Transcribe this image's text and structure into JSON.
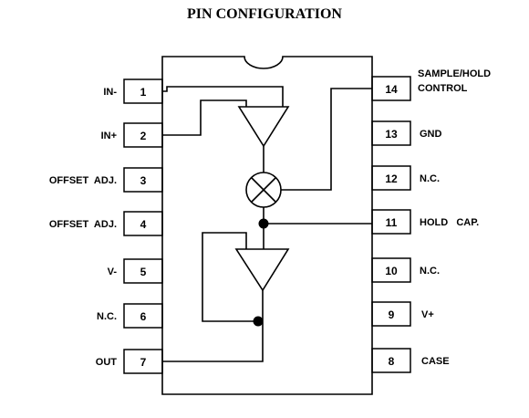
{
  "title": "PIN CONFIGURATION",
  "pins_left": [
    {
      "number": "1",
      "label": "IN-"
    },
    {
      "number": "2",
      "label": "IN+"
    },
    {
      "number": "3",
      "label": "OFFSET  ADJ."
    },
    {
      "number": "4",
      "label": "OFFSET  ADJ."
    },
    {
      "number": "5",
      "label": "V-"
    },
    {
      "number": "6",
      "label": "N.C."
    },
    {
      "number": "7",
      "label": "OUT"
    }
  ],
  "pins_right": [
    {
      "number": "14",
      "label": "SAMPLE/HOLD",
      "label2": "CONTROL"
    },
    {
      "number": "13",
      "label": "GND"
    },
    {
      "number": "12",
      "label": "N.C."
    },
    {
      "number": "11",
      "label": "HOLD   CAP."
    },
    {
      "number": "10",
      "label": "N.C."
    },
    {
      "number": "9",
      "label": "V+"
    },
    {
      "number": "8",
      "label": "CASE"
    }
  ]
}
